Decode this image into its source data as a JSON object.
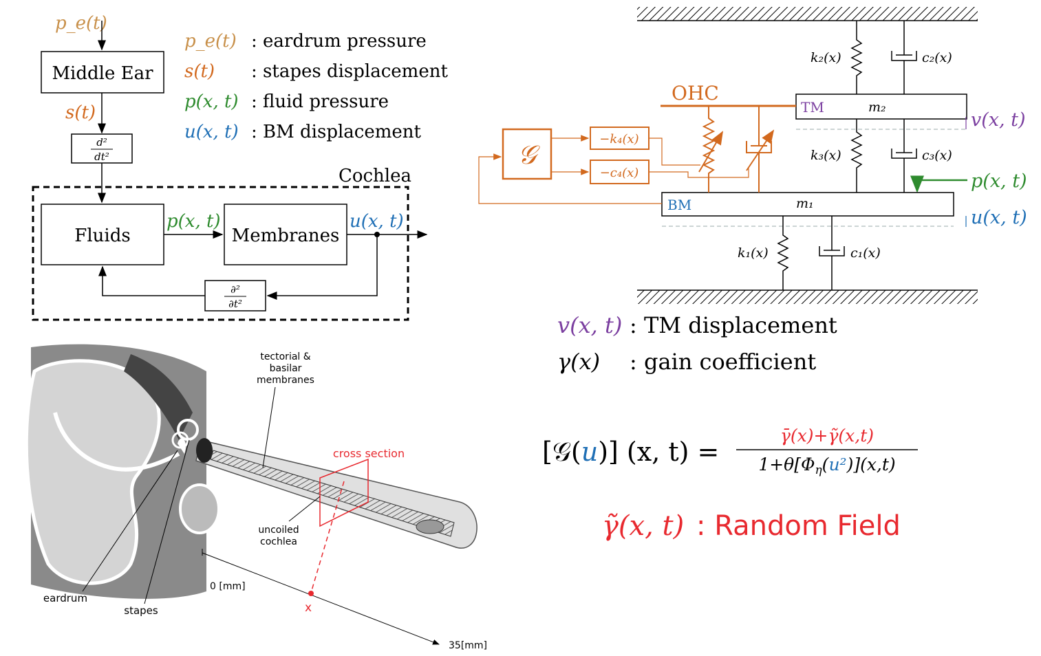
{
  "colors": {
    "orange": "#d2691e",
    "tan": "#c8904a",
    "green": "#2e8b2e",
    "blue": "#1f6fb5",
    "purple": "#7b3fa0",
    "red": "#e8292f",
    "black": "#000000"
  },
  "block_diagram": {
    "input_label": "p_e(t)",
    "middle_ear": "Middle Ear",
    "stapes_label": "s(t)",
    "deriv_top": "d²",
    "deriv_bottom": "dt²",
    "cochlea": "Cochlea",
    "fluids": "Fluids",
    "pressure_label": "p(x, t)",
    "membranes": "Membranes",
    "disp_label": "u(x, t)",
    "pderiv_top": "∂²",
    "pderiv_bottom": "∂t²"
  },
  "legend": [
    {
      "symbol": "p_e(t)",
      "desc": ": eardrum pressure",
      "color": "tan"
    },
    {
      "symbol": "s(t)",
      "desc": ": stapes displacement",
      "color": "orange"
    },
    {
      "symbol": "p(x, t)",
      "desc": ": fluid pressure",
      "color": "green"
    },
    {
      "symbol": "u(x, t)",
      "desc": ": BM displacement",
      "color": "blue"
    }
  ],
  "mechanical_model": {
    "ohc": "OHC",
    "g_symbol": "𝒢",
    "neg_k4": "−k₄(x)",
    "neg_c4": "−c₄(x)",
    "tm": "TM",
    "m2": "m₂",
    "bm": "BM",
    "m1": "m₁",
    "k1": "k₁(x)",
    "k2": "k₂(x)",
    "k3": "k₃(x)",
    "c1": "c₁(x)",
    "c2": "c₂(x)",
    "c3": "c₃(x)",
    "v_label": "v(x, t)",
    "p_label": "p(x, t)",
    "u_label": "u(x, t)"
  },
  "definitions": [
    {
      "symbol": "v(x, t)",
      "desc": ": TM displacement"
    },
    {
      "symbol": "γ(x)",
      "desc": ": gain coefficient"
    }
  ],
  "equation": {
    "lhs_open": "[𝒢(",
    "lhs_u": "u",
    "lhs_close": ")] (x, t) =",
    "numerator": "γ̄(x)+γ̃(x,t)",
    "denominator_a": "1+θ[Φ",
    "denominator_eta": "η",
    "denominator_b": "(",
    "denominator_u": "u²",
    "denominator_c": ")](x,t)"
  },
  "random_field": {
    "symbol": "γ̃(x, t)",
    "desc": ": Random Field"
  },
  "ear_illustration": {
    "tectorial": "tectorial &",
    "basilar": "basilar",
    "membranes": "membranes",
    "cross_section": "cross section",
    "uncoiled": "uncoiled",
    "cochlea": "cochlea",
    "eardrum": "eardrum",
    "stapes": "stapes",
    "zero_mm": "0 [mm]",
    "x": "x",
    "end_mm": "35[mm]"
  }
}
